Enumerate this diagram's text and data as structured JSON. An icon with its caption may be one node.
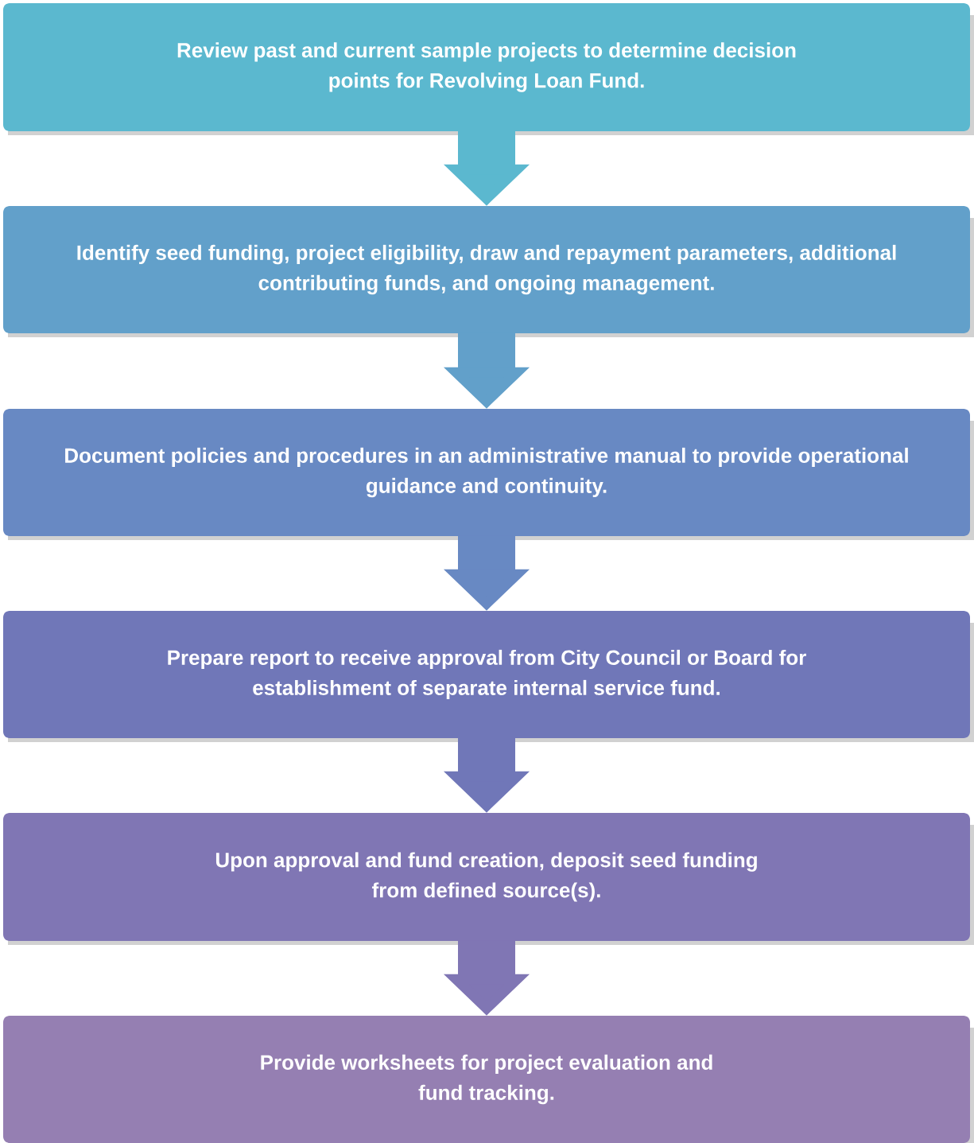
{
  "diagram": {
    "nodes": [
      {
        "text": [
          "Review past and current sample projects to determine decision points for Revolving Loan Fund."
        ]
      },
      {
        "text": [
          "Identify seed funding, project eligibility, draw and repayment parameters, additional contributing funds, and ongoing management."
        ]
      },
      {
        "text": [
          "Document policies and procedures in an administrative manual to provide operational guidance and continuity."
        ]
      },
      {
        "text": [
          "Prepare report to receive approval from City Council or Board for establishment of separate internal service fund."
        ]
      },
      {
        "text": [
          "Upon approval and fund creation, deposit seed funding from defined source(s)."
        ]
      },
      {
        "text": [
          "Provide worksheets for project evaluation and fund tracking."
        ]
      }
    ],
    "edges": [
      {
        "from": 0,
        "to": 1,
        "arrow": "to",
        "color": "#5bb8cf"
      },
      {
        "from": 1,
        "to": 2,
        "arrow": "to",
        "color": "#62a0ca"
      },
      {
        "from": 2,
        "to": 3,
        "arrow": "to",
        "color": "#6889c3"
      },
      {
        "from": 3,
        "to": 4,
        "arrow": "to",
        "color": "#7077b8"
      },
      {
        "from": 4,
        "to": 5,
        "arrow": "to",
        "color": "#8076b4"
      }
    ]
  }
}
